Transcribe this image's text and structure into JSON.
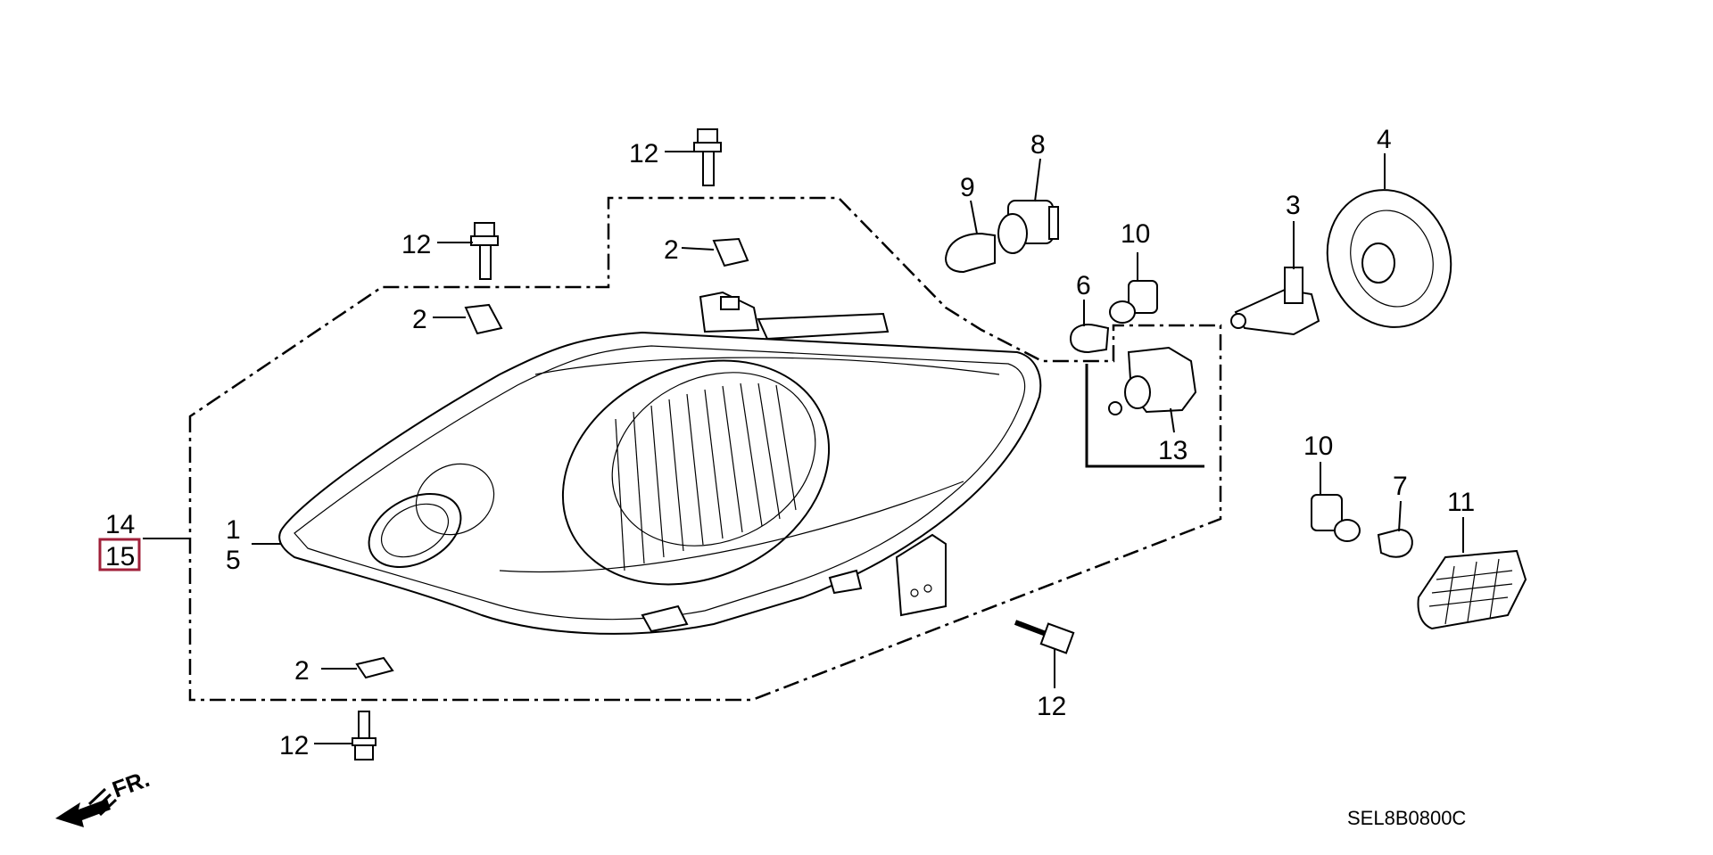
{
  "diagram": {
    "callouts": {
      "c1": "1",
      "c5": "5",
      "c14": "14",
      "c15": "15",
      "c2a": "2",
      "c2b": "2",
      "c2c": "2",
      "c12a": "12",
      "c12b": "12",
      "c12c": "12",
      "c12d": "12",
      "c3": "3",
      "c4": "4",
      "c6": "6",
      "c7": "7",
      "c8": "8",
      "c9": "9",
      "c10a": "10",
      "c10b": "10",
      "c11": "11",
      "c13": "13"
    },
    "highlighted_callout": "15",
    "highlight_color": "#a0203a",
    "direction_label": "FR.",
    "diagram_code": "SEL8B0800C"
  }
}
